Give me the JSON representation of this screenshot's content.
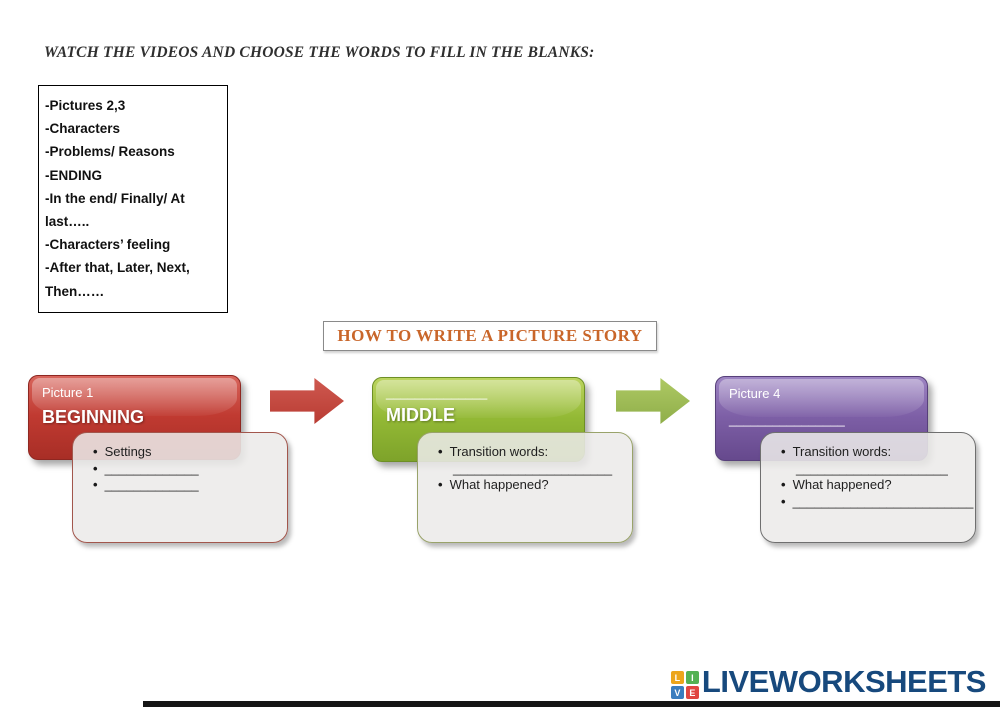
{
  "instruction": "WATCH THE VIDEOS AND CHOOSE THE WORDS TO FILL IN THE BLANKS:",
  "word_bank": {
    "lines": [
      "-Pictures 2,3",
      "-Characters",
      "-Problems/ Reasons",
      "-ENDING",
      "-In the end/ Finally/ At",
      "last…..",
      "-Characters’ feeling",
      "-After that, Later, Next,",
      "Then……"
    ]
  },
  "banner": {
    "text": "HOW TO WRITE A PICTURE STORY",
    "color": "#c9662a"
  },
  "flow": {
    "steps": [
      {
        "name": "beginning",
        "picture_label": "Picture 1",
        "title": "BEGINNING",
        "color": "#c03a31",
        "notes": [
          {
            "bullet": true,
            "text": "Settings"
          },
          {
            "bullet": true,
            "text": "_____________"
          },
          {
            "bullet": true,
            "text": "_____________"
          }
        ]
      },
      {
        "name": "middle",
        "top_blank": "______________",
        "title": "MIDDLE",
        "color": "#93b935",
        "notes": [
          {
            "bullet": true,
            "text": "Transition words:"
          },
          {
            "bullet": false,
            "text": "______________________"
          },
          {
            "bullet": true,
            "text": "What happened?"
          }
        ]
      },
      {
        "name": "end",
        "picture_label": "Picture 4",
        "bottom_blank": "________________",
        "color": "#7d5fa6",
        "notes": [
          {
            "bullet": true,
            "text": "Transition words:"
          },
          {
            "bullet": false,
            "text": "_____________________"
          },
          {
            "bullet": true,
            "text": "What happened?"
          },
          {
            "bullet": true,
            "text": "_________________________"
          }
        ]
      }
    ],
    "arrow_colors": [
      "#b93c33",
      "#8fae49"
    ]
  },
  "footer": {
    "logo_letters": {
      "l": "L",
      "i": "I",
      "v": "V",
      "e": "E"
    },
    "logo_colors": [
      "#eca51c",
      "#53b153",
      "#3a7dbf",
      "#e04641"
    ],
    "brand": "LIVEWORKSHEETS",
    "brand_color": "#17497d"
  }
}
